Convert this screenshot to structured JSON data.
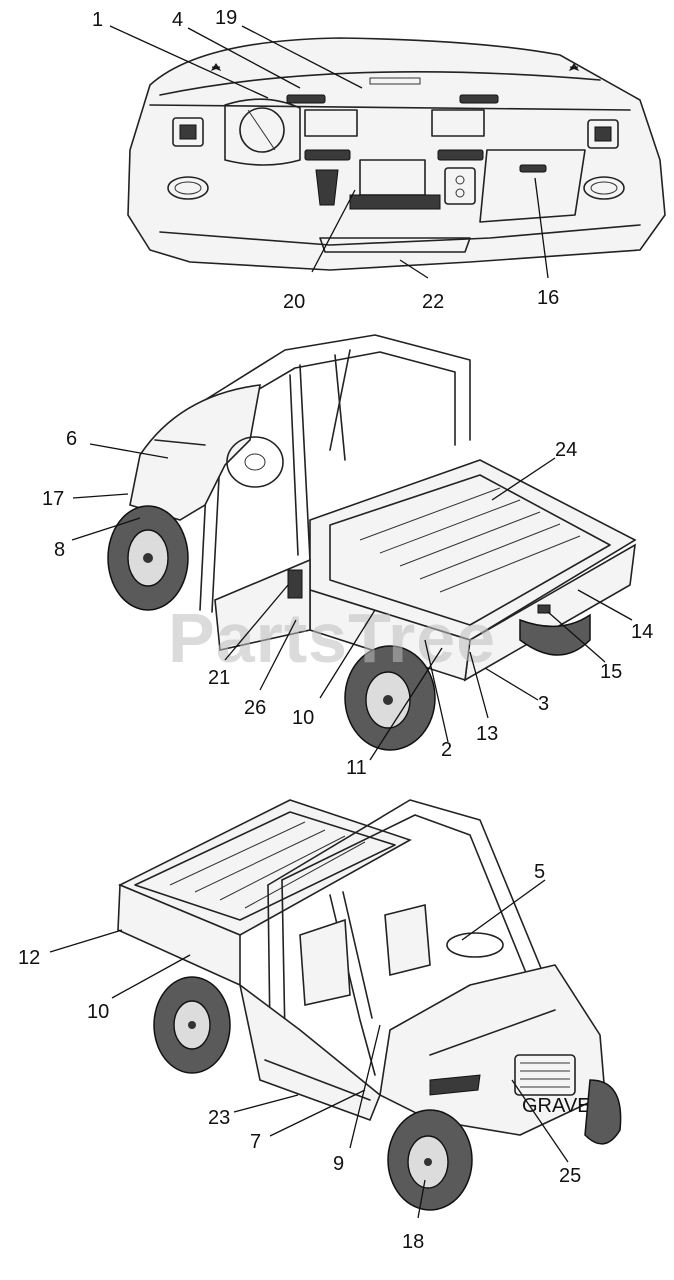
{
  "watermark": {
    "text": "PartsTree"
  },
  "callouts": [
    {
      "id": "c1",
      "label": "1"
    },
    {
      "id": "c4",
      "label": "4"
    },
    {
      "id": "c19",
      "label": "19"
    },
    {
      "id": "c20",
      "label": "20"
    },
    {
      "id": "c22",
      "label": "22"
    },
    {
      "id": "c16",
      "label": "16"
    },
    {
      "id": "c6",
      "label": "6"
    },
    {
      "id": "c17",
      "label": "17"
    },
    {
      "id": "c8",
      "label": "8"
    },
    {
      "id": "c24",
      "label": "24"
    },
    {
      "id": "c14",
      "label": "14"
    },
    {
      "id": "c15",
      "label": "15"
    },
    {
      "id": "c21",
      "label": "21"
    },
    {
      "id": "c26",
      "label": "26"
    },
    {
      "id": "c10a",
      "label": "10"
    },
    {
      "id": "c3",
      "label": "3"
    },
    {
      "id": "c13",
      "label": "13"
    },
    {
      "id": "c2",
      "label": "2"
    },
    {
      "id": "c11",
      "label": "11"
    },
    {
      "id": "c5",
      "label": "5"
    },
    {
      "id": "c12",
      "label": "12"
    },
    {
      "id": "c10b",
      "label": "10"
    },
    {
      "id": "c23",
      "label": "23"
    },
    {
      "id": "c7",
      "label": "7"
    },
    {
      "id": "c9",
      "label": "9"
    },
    {
      "id": "c25",
      "label": "25"
    },
    {
      "id": "c18",
      "label": "18"
    }
  ],
  "brand_badge": {
    "text": "GRAVELY"
  }
}
